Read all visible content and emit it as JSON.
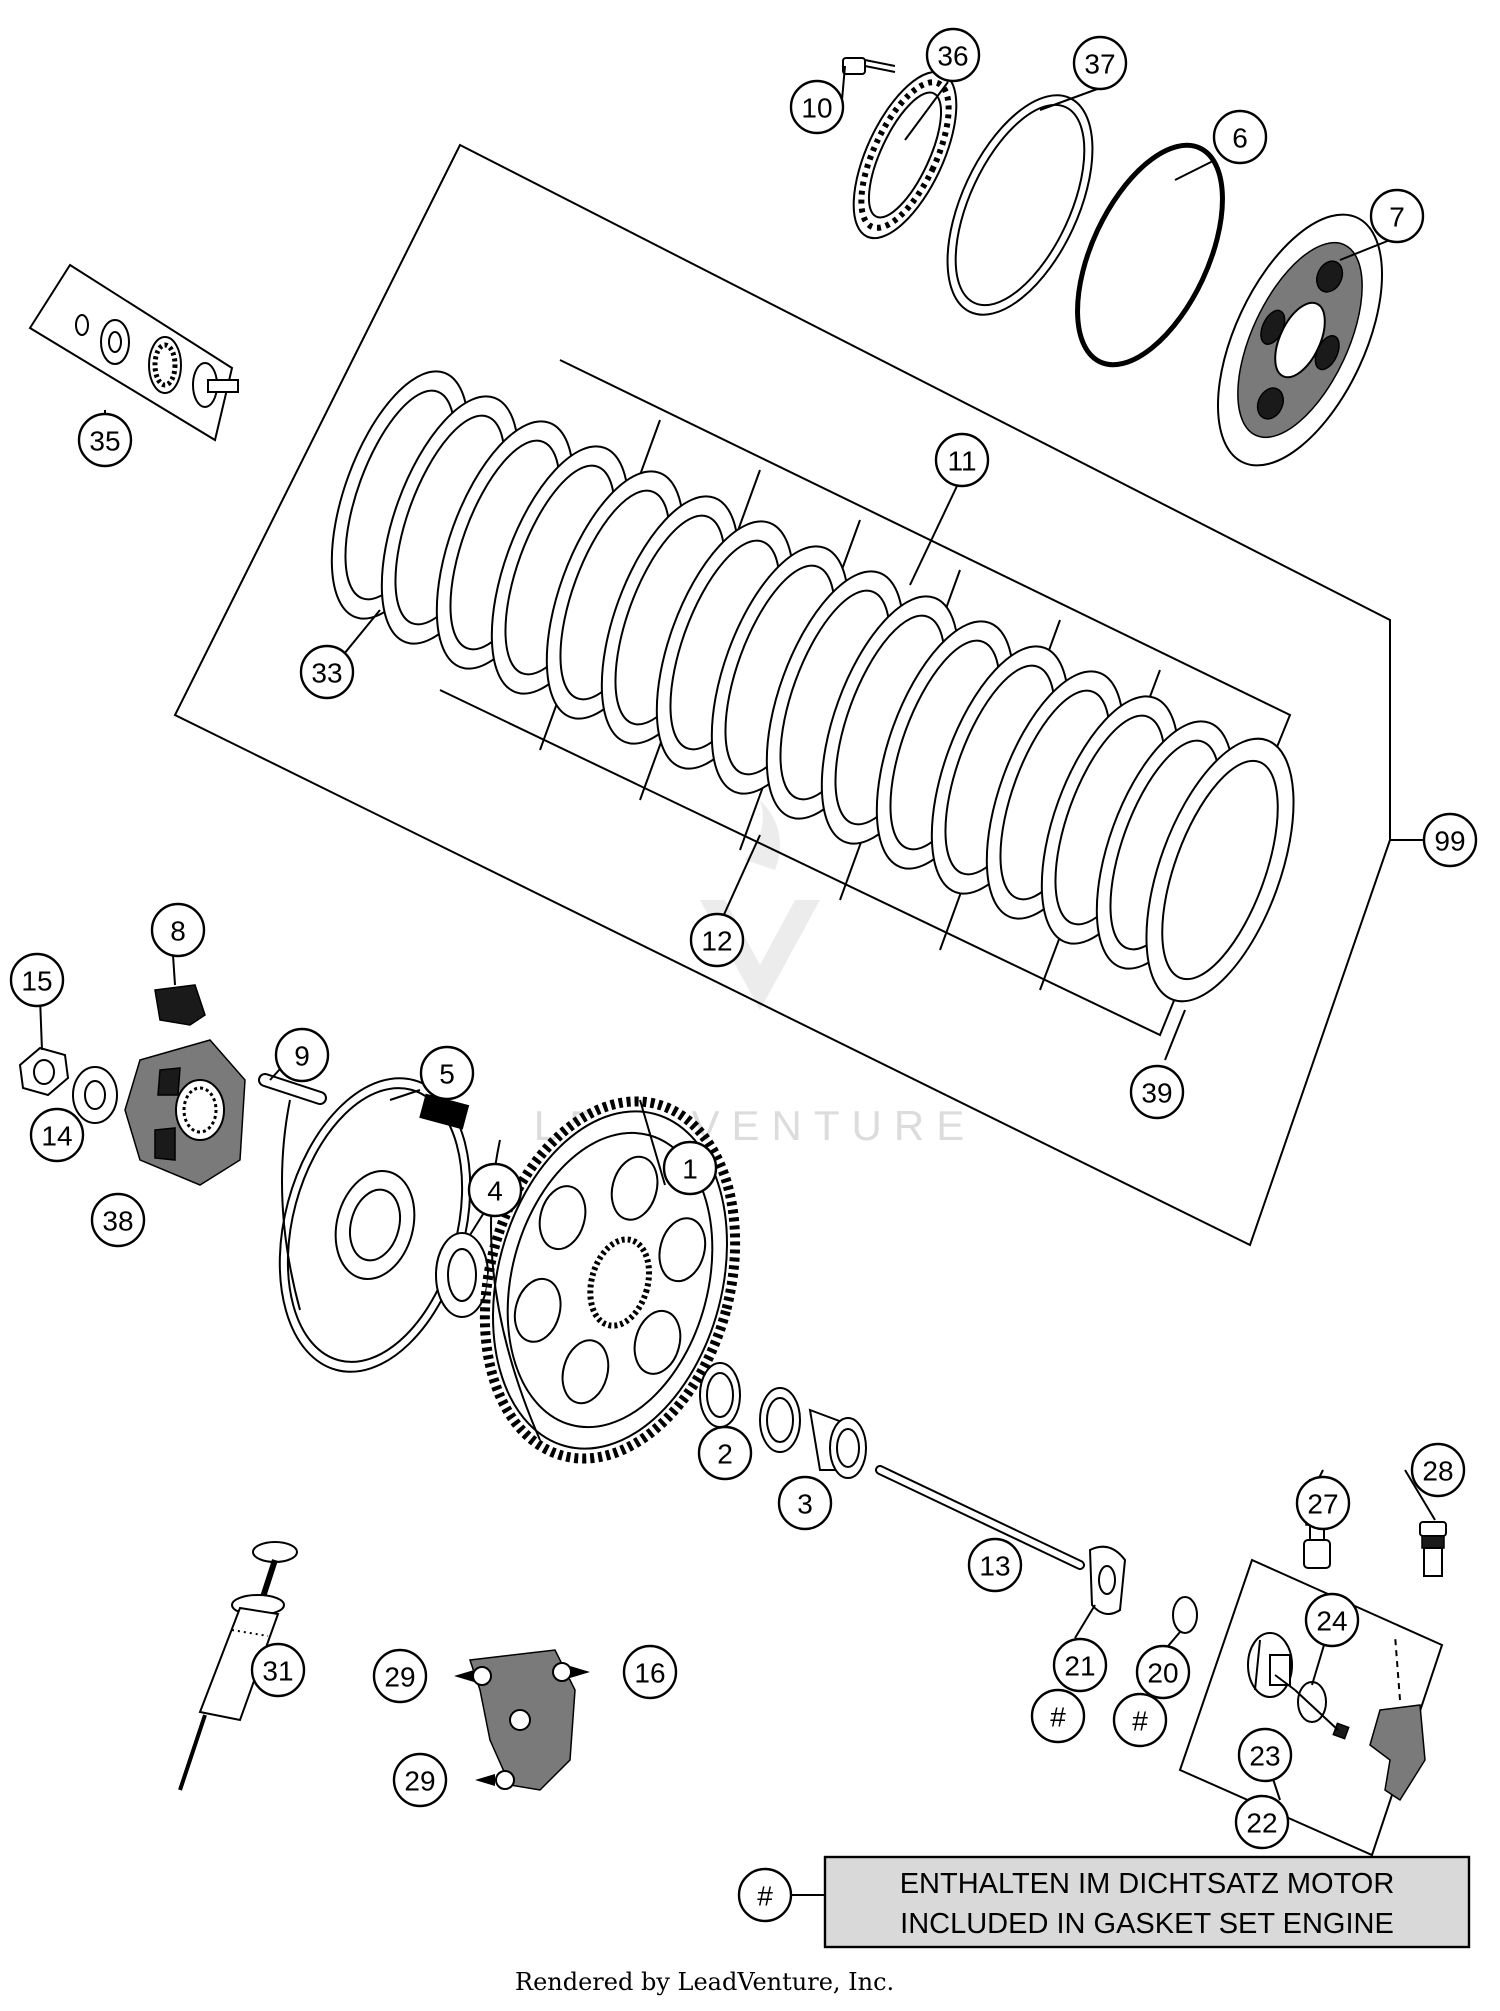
{
  "callouts": [
    {
      "label": "10"
    },
    {
      "label": "36"
    },
    {
      "label": "37"
    },
    {
      "label": "6"
    },
    {
      "label": "7"
    },
    {
      "label": "35"
    },
    {
      "label": "11"
    },
    {
      "label": "33"
    },
    {
      "label": "12"
    },
    {
      "label": "99"
    },
    {
      "label": "39"
    },
    {
      "label": "8"
    },
    {
      "label": "15"
    },
    {
      "label": "9"
    },
    {
      "label": "5"
    },
    {
      "label": "14"
    },
    {
      "label": "38"
    },
    {
      "label": "1"
    },
    {
      "label": "4"
    },
    {
      "label": "2"
    },
    {
      "label": "3"
    },
    {
      "label": "13"
    },
    {
      "label": "27"
    },
    {
      "label": "28"
    },
    {
      "label": "24"
    },
    {
      "label": "31"
    },
    {
      "label": "29"
    },
    {
      "label": "16"
    },
    {
      "label": "21"
    },
    {
      "label": "20"
    },
    {
      "label": "#"
    },
    {
      "label": "#"
    },
    {
      "label": "23"
    },
    {
      "label": "29"
    },
    {
      "label": "22"
    }
  ],
  "legend": {
    "symbol": "#",
    "line1": "ENTHALTEN IM DICHTSATZ MOTOR",
    "line2": "INCLUDED IN GASKET SET ENGINE"
  },
  "footer": "Rendered by LeadVenture, Inc.",
  "watermark": "LEADVENTURE",
  "colors": {
    "ink": "#000000",
    "legend_fill": "#d9d9d9",
    "watermark": "#dcdcdc"
  }
}
